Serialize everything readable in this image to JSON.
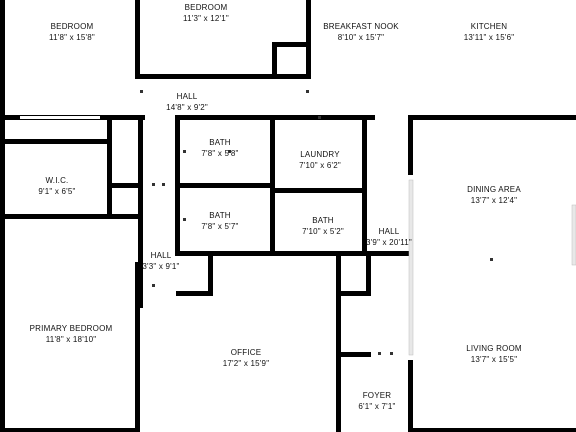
{
  "floor_plan": {
    "rooms": [
      {
        "id": "bedroom-west",
        "name": "BEDROOM",
        "dimensions": "11'8\" x 15'8\""
      },
      {
        "id": "bedroom-north",
        "name": "BEDROOM",
        "dimensions": "11'3\" x 12'1\""
      },
      {
        "id": "breakfast-nook",
        "name": "BREAKFAST NOOK",
        "dimensions": "8'10\" x 15'7\""
      },
      {
        "id": "kitchen",
        "name": "KITCHEN",
        "dimensions": "13'11\" x 15'6\""
      },
      {
        "id": "hall-north",
        "name": "HALL",
        "dimensions": "14'8\" x 9'2\""
      },
      {
        "id": "bath-1",
        "name": "BATH",
        "dimensions": "7'8\" x 5'8\""
      },
      {
        "id": "laundry",
        "name": "LAUNDRY",
        "dimensions": "7'10\" x 6'2\""
      },
      {
        "id": "wic",
        "name": "W.I.C.",
        "dimensions": "9'1\" x 6'5\""
      },
      {
        "id": "dining-area",
        "name": "DINING AREA",
        "dimensions": "13'7\" x 12'4\""
      },
      {
        "id": "bath-2",
        "name": "BATH",
        "dimensions": "7'8\" x 5'7\""
      },
      {
        "id": "bath-3",
        "name": "BATH",
        "dimensions": "7'10\" x 5'2\""
      },
      {
        "id": "hall-east",
        "name": "HALL",
        "dimensions": "3'9\" x 20'11\""
      },
      {
        "id": "hall-south",
        "name": "HALL",
        "dimensions": "3'3\" x 9'1\""
      },
      {
        "id": "primary-bedroom",
        "name": "PRIMARY BEDROOM",
        "dimensions": "11'8\" x 18'10\""
      },
      {
        "id": "office",
        "name": "OFFICE",
        "dimensions": "17'2\" x 15'9\""
      },
      {
        "id": "living-room",
        "name": "LIVING ROOM",
        "dimensions": "13'7\" x 15'5\""
      },
      {
        "id": "foyer",
        "name": "FOYER",
        "dimensions": "6'1\" x 7'1\""
      }
    ]
  }
}
